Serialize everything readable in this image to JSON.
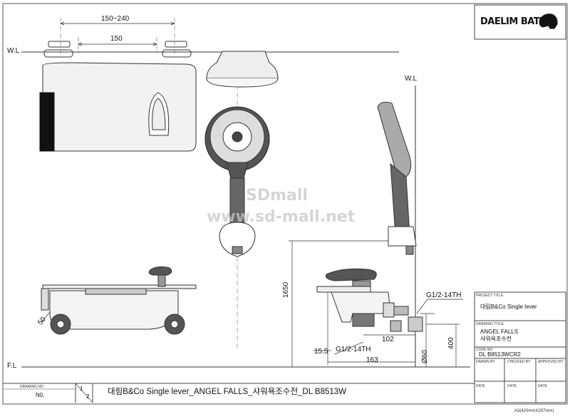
{
  "dimensions": {
    "top_range": "150~240",
    "top_spacing": "150",
    "height_1650": "1650",
    "angle_50": "50",
    "dim_15_5": "15.5",
    "thread_lower": "G1/2-14TH",
    "thread_right": "G1/2-14TH",
    "dim_102": "102",
    "dim_163": "163",
    "dim_60": "Ø60",
    "dim_400": "400"
  },
  "reference_lines": {
    "wall_left": "W.L",
    "wall_right": "W.L",
    "floor": "F.L"
  },
  "watermark": {
    "line1": "SDmall",
    "line2": "www.sd-mall.net"
  },
  "logo_text": "DAELIM BATH",
  "title_block": {
    "project_title_label": "PROJECT TITLE",
    "project_title": "대림B&Co Single lever",
    "drawing_title_label": "DRAWING TITLE",
    "drawing_title_1": "ANGEL FALLS",
    "drawing_title_2": "샤워욕조수전",
    "code_no_label": "CODE NO",
    "code_no": "DL B8513WCR2",
    "drawn_by_label": "DRAWN BY",
    "checked_by_label": "CHECKED BY",
    "approved_by_label": "APPROVED BY",
    "date_label_1": "DATE",
    "date_label_2": "DATE",
    "date_label_3": "DATE"
  },
  "bottom_block": {
    "drawing_no_label": "DRAWING NO",
    "drawing_no": "N0.",
    "sheet_num": "1",
    "sheet_total": "2",
    "description": "대림B&Co Single lever_ANGEL FALLS_샤워욕조수전_DL B8513W",
    "paper_size": "A3(420mmX297mm)"
  }
}
